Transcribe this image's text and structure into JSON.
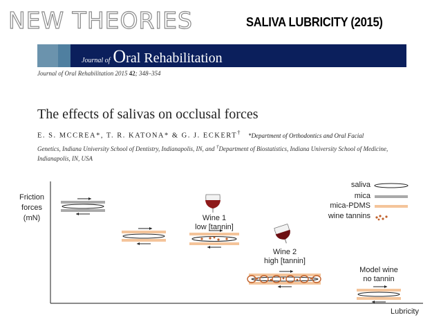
{
  "slide": {
    "title": "NEW THEORIES",
    "subtitle": "SALIVA LUBRICITY (2015)"
  },
  "journal": {
    "prefix": "Journal of",
    "name_initial": "O",
    "name_rest": "ral Rehabilitation",
    "citation_prefix": "Journal of Oral Rehabilitation 2015 ",
    "citation_volume": "42",
    "citation_pages": "; 348–354"
  },
  "paper": {
    "title": "The effects of salivas on occlusal forces",
    "authors": "E. S. MCCREA*, T. R. KATONA* & G. J. ECKERT",
    "dagger": "†",
    "affiliation_1": "*Department of Orthodontics and Oral Facial",
    "affiliation_2": "Genetics, Indiana University School of Dentistry, Indianapolis, IN,  and ",
    "affiliation_3": "Department of Biostatistics, Indiana University School of Medicine,",
    "affiliation_4": "Indianapolis, IN, USA"
  },
  "diagram": {
    "y_axis_label_1": "Friction",
    "y_axis_label_2": "forces",
    "y_axis_label_3": "(mN)",
    "x_axis_label": "Lubricity",
    "wine1_label_1": "Wine 1",
    "wine1_label_2": "low [tannin]",
    "wine2_label_1": "Wine 2",
    "wine2_label_2": "high [tannin]",
    "model_label_1": "Model wine",
    "model_label_2": "no tannin",
    "legend": [
      {
        "label": "saliva"
      },
      {
        "label": "mica"
      },
      {
        "label": "mica-PDMS"
      },
      {
        "label": "wine tannins"
      }
    ],
    "colors": {
      "mica": "#a9a9a9",
      "mica_pdms": "#f4c49a",
      "tannin": "#c0602a",
      "wine": "#8e1a1a"
    }
  }
}
